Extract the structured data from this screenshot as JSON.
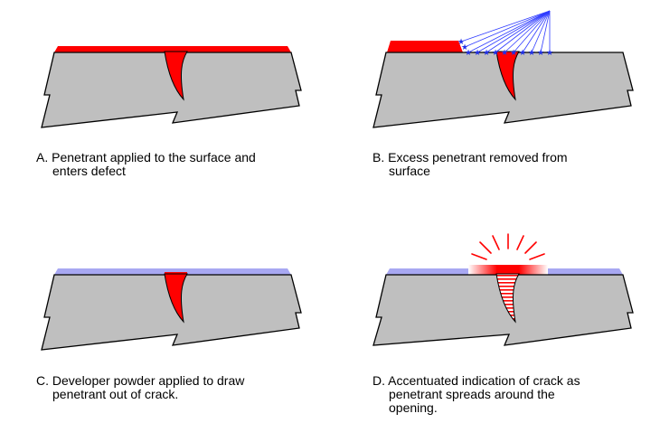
{
  "colors": {
    "steel": "#bfbfbf",
    "outline": "#000000",
    "penetrant": "#ff0000",
    "developer": "#a8a8f2",
    "wipe_lines": "#2f3cff",
    "wipe_stars": "#1f2fe8"
  },
  "panels": [
    {
      "id": "A",
      "caption_lines": [
        "A.  Penetrant applied to the surface and",
        "enters defect"
      ]
    },
    {
      "id": "B",
      "caption_lines": [
        "B.  Excess penetrant removed from",
        "surface"
      ]
    },
    {
      "id": "C",
      "caption_lines": [
        "C.  Developer powder applied to draw",
        "penetrant out of crack."
      ]
    },
    {
      "id": "D",
      "caption_lines": [
        "D.  Accentuated indication of crack as",
        "penetrant spreads around the",
        "opening."
      ]
    }
  ]
}
